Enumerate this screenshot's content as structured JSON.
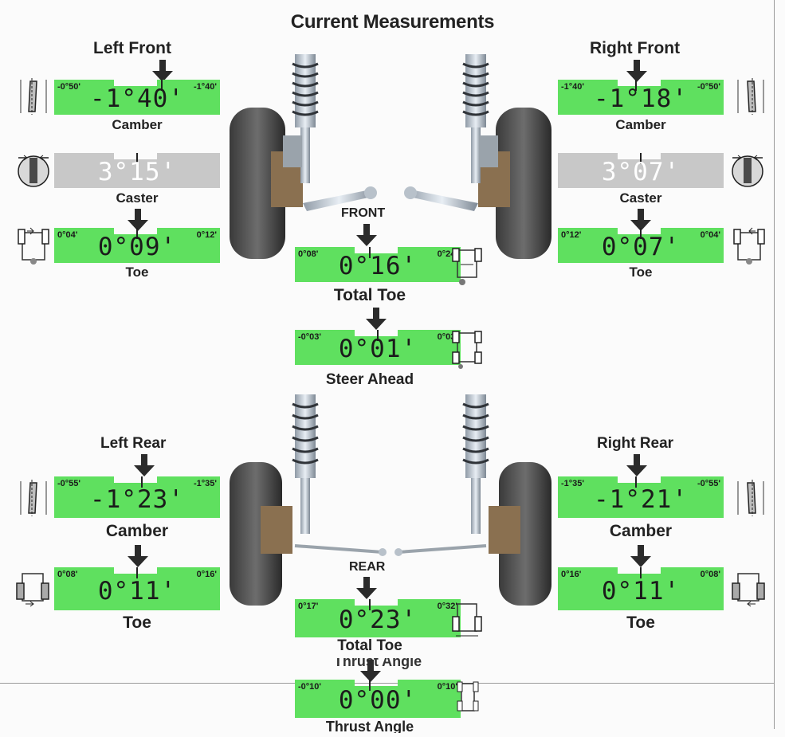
{
  "title": "Current Measurements",
  "sections": {
    "left_front": "Left Front",
    "right_front": "Right Front",
    "front": "FRONT",
    "left_rear": "Left Rear",
    "right_rear": "Right Rear",
    "rear": "REAR"
  },
  "gauges": {
    "lf_camber": {
      "min": "-0°50'",
      "max": "-1°40'",
      "value": "-1°40'",
      "label": "Camber"
    },
    "lf_caster": {
      "value": "3°15'",
      "label": "Caster"
    },
    "lf_toe": {
      "min": "0°04'",
      "max": "0°12'",
      "value": "0°09'",
      "label": "Toe"
    },
    "rf_camber": {
      "min": "-1°40'",
      "max": "-0°50'",
      "value": "-1°18'",
      "label": "Camber"
    },
    "rf_caster": {
      "value": "3°07'",
      "label": "Caster"
    },
    "rf_toe": {
      "min": "0°12'",
      "max": "0°04'",
      "value": "0°07'",
      "label": "Toe"
    },
    "front_total_toe": {
      "min": "0°08'",
      "max": "0°24'",
      "value": "0°16'",
      "label": "Total Toe"
    },
    "steer_ahead": {
      "min": "-0°03'",
      "max": "0°03'",
      "value": "0°01'",
      "label": "Steer Ahead"
    },
    "lr_camber": {
      "min": "-0°55'",
      "max": "-1°35'",
      "value": "-1°23'",
      "label": "Camber"
    },
    "lr_toe": {
      "min": "0°08'",
      "max": "0°16'",
      "value": "0°11'",
      "label": "Toe"
    },
    "rr_camber": {
      "min": "-1°35'",
      "max": "-0°55'",
      "value": "-1°21'",
      "label": "Camber"
    },
    "rr_toe": {
      "min": "0°16'",
      "max": "0°08'",
      "value": "0°11'",
      "label": "Toe"
    },
    "rear_total_toe": {
      "min": "0°17'",
      "max": "0°32'",
      "value": "0°23'",
      "label": "Total Toe"
    },
    "thrust_angle": {
      "min": "-0°10'",
      "max": "0°10'",
      "value": "0°00'",
      "label": "Thrust Angle"
    }
  },
  "colors": {
    "in_spec": "#5fe05f",
    "gray_bar": "#c8c8c8",
    "arrow": "#2b2b2b"
  }
}
